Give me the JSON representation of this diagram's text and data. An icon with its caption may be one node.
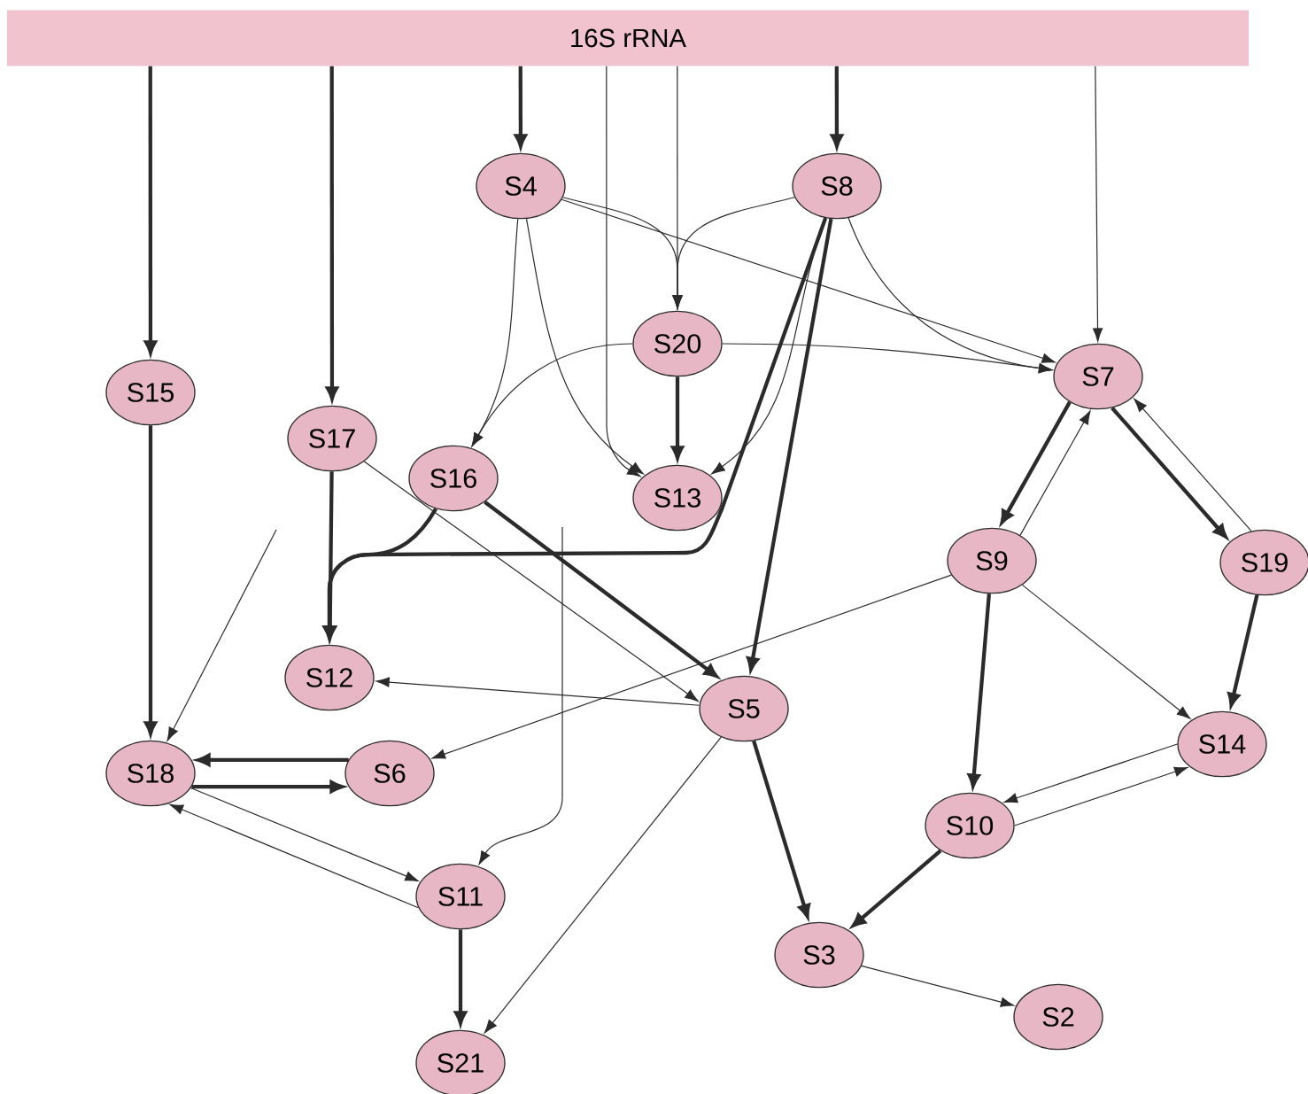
{
  "diagram": {
    "nodes": [
      {
        "text": [
          "16S rRNA"
        ]
      },
      {
        "text": [
          "S4"
        ]
      },
      {
        "text": [
          "S8"
        ]
      },
      {
        "text": [
          "S20"
        ]
      },
      {
        "text": [
          "S7"
        ]
      },
      {
        "text": [
          "S15"
        ]
      },
      {
        "text": [
          "S17"
        ]
      },
      {
        "text": [
          "S16"
        ]
      },
      {
        "text": [
          "S13"
        ]
      },
      {
        "text": [
          "S9"
        ]
      },
      {
        "text": [
          "S19"
        ]
      },
      {
        "text": [
          "S12"
        ]
      },
      {
        "text": [
          "S5"
        ]
      },
      {
        "text": [
          "S14"
        ]
      },
      {
        "text": [
          "S18"
        ]
      },
      {
        "text": [
          "S6"
        ]
      },
      {
        "text": [
          "S10"
        ]
      },
      {
        "text": [
          "S11"
        ]
      },
      {
        "text": [
          "S3"
        ]
      },
      {
        "text": [
          "S2"
        ]
      },
      {
        "text": [
          "S21"
        ]
      }
    ],
    "edges": [
      {
        "from": 0,
        "to": 5,
        "arrow": "to",
        "style": "thick"
      },
      {
        "from": 0,
        "to": 6,
        "arrow": "to",
        "style": "thick"
      },
      {
        "from": 0,
        "to": 1,
        "arrow": "to",
        "style": "thick"
      },
      {
        "from": 0,
        "to": 8,
        "arrow": "to"
      },
      {
        "from": 0,
        "to": 3,
        "arrow": "to"
      },
      {
        "from": 0,
        "to": 2,
        "arrow": "to",
        "style": "thick"
      },
      {
        "from": 0,
        "to": 4,
        "arrow": "to"
      },
      {
        "from": 1,
        "to": 3,
        "arrow": "to"
      },
      {
        "from": 2,
        "to": 3,
        "arrow": "to"
      },
      {
        "from": 1,
        "to": 4,
        "arrow": "to"
      },
      {
        "from": 1,
        "to": 7,
        "arrow": "to"
      },
      {
        "from": 1,
        "to": 8,
        "arrow": "to"
      },
      {
        "from": 2,
        "to": 4,
        "arrow": "to"
      },
      {
        "from": 2,
        "to": 8,
        "arrow": "to"
      },
      {
        "from": 2,
        "to": 11,
        "arrow": "to",
        "style": "thick"
      },
      {
        "from": 2,
        "to": 12,
        "arrow": "to",
        "style": "thick"
      },
      {
        "from": 3,
        "to": 8,
        "arrow": "to",
        "style": "thick"
      },
      {
        "from": 3,
        "to": 7,
        "arrow": "to"
      },
      {
        "from": 3,
        "to": 4,
        "arrow": "to"
      },
      {
        "from": 5,
        "to": 14,
        "arrow": "to",
        "style": "thick"
      },
      {
        "from": 6,
        "to": 11,
        "arrow": "to",
        "style": "thick"
      },
      {
        "from": 6,
        "to": 12,
        "arrow": "to"
      },
      {
        "from": 7,
        "to": 11,
        "arrow": "to",
        "style": "thick"
      },
      {
        "from": 7,
        "to": 12,
        "arrow": "to",
        "style": "thick"
      },
      {
        "from": 4,
        "to": 9,
        "arrow": "to",
        "style": "thick"
      },
      {
        "from": 9,
        "to": 4,
        "arrow": "to"
      },
      {
        "from": 4,
        "to": 10,
        "arrow": "to",
        "style": "thick"
      },
      {
        "from": 10,
        "to": 4,
        "arrow": "to"
      },
      {
        "from": 9,
        "to": 15,
        "arrow": "to"
      },
      {
        "from": 9,
        "to": 16,
        "arrow": "to",
        "style": "thick"
      },
      {
        "from": 9,
        "to": 13,
        "arrow": "to"
      },
      {
        "from": 10,
        "to": 13,
        "arrow": "to",
        "style": "thick"
      },
      {
        "from": 12,
        "to": 11,
        "arrow": "to"
      },
      {
        "from": 12,
        "to": 18,
        "arrow": "to",
        "style": "thick"
      },
      {
        "from": 12,
        "to": 20,
        "arrow": "to"
      },
      {
        "from": 13,
        "to": 16,
        "arrow": "to"
      },
      {
        "from": 16,
        "to": 13,
        "arrow": "to"
      },
      {
        "from": 16,
        "to": 18,
        "arrow": "to",
        "style": "thick"
      },
      {
        "from": 18,
        "to": 19,
        "arrow": "to"
      },
      {
        "from": 15,
        "to": 14,
        "arrow": "to",
        "style": "thick"
      },
      {
        "from": 14,
        "to": 15,
        "arrow": "to",
        "style": "thick"
      },
      {
        "from": 14,
        "to": 17,
        "arrow": "to"
      },
      {
        "from": 17,
        "to": 14,
        "arrow": "to"
      },
      {
        "from": 17,
        "to": 20,
        "arrow": "to",
        "style": "thick"
      },
      {
        "from": null,
        "to": 14,
        "arrow": "to"
      },
      {
        "from": null,
        "to": 17,
        "arrow": "to"
      }
    ]
  }
}
